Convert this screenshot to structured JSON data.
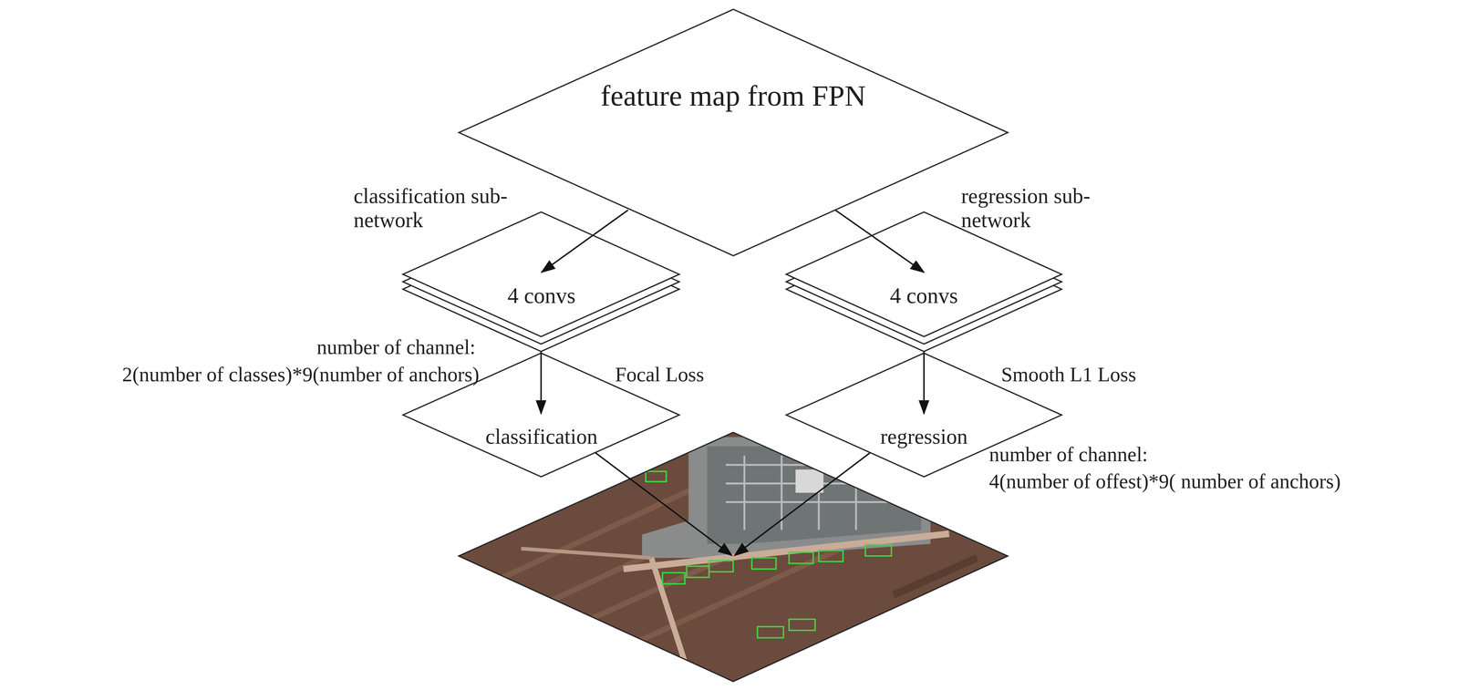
{
  "diagram": {
    "nodes": [
      {
        "text": [
          "feature map from FPN"
        ]
      },
      {
        "text": [
          "classification sub-network",
          "4 convs"
        ]
      },
      {
        "text": [
          "regression sub-network",
          "4 convs"
        ]
      },
      {
        "text": [
          "classification"
        ]
      },
      {
        "text": [
          "regression"
        ]
      }
    ],
    "edges": [
      {
        "from": 0,
        "to": 1,
        "arrow": "to"
      },
      {
        "from": 0,
        "to": 2,
        "arrow": "to"
      },
      {
        "from": 1,
        "to": 3,
        "label": "Focal Loss",
        "arrow": "to"
      },
      {
        "from": 2,
        "to": 4,
        "label": "Smooth L1 Loss",
        "arrow": "to"
      }
    ],
    "labels": [
      "number of channel:",
      "2(number of classes)*9(number of anchors)",
      "number of channel:",
      "4(number of offest)*9( number of anchors)"
    ]
  }
}
